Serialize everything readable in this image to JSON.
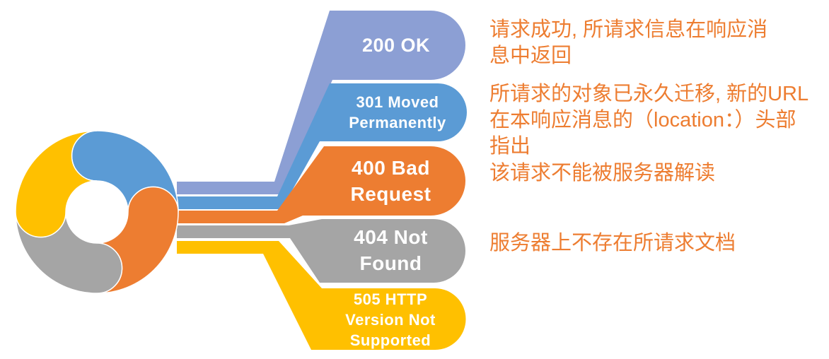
{
  "diagram": {
    "type": "http-status-codes-cycle",
    "items": [
      {
        "code": "200 OK",
        "label": "200 OK",
        "description": "请求成功, 所请求信息在响应消\n息中返回",
        "color": "#8C9FD4"
      },
      {
        "code": "301 Moved Permanently",
        "label": "301 Moved\nPermanently",
        "description": "所请求的对象已永久迁移, 新的URL\n在本响应消息的（location：）头部\n指出",
        "color": "#5B9BD5"
      },
      {
        "code": "400 Bad Request",
        "label": "400 Bad\nRequest",
        "description": "该请求不能被服务器解读",
        "color": "#ED7D31"
      },
      {
        "code": "404 Not Found",
        "label": "404 Not\nFound",
        "description": "服务器上不存在所请求文档",
        "color": "#A5A5A5"
      },
      {
        "code": "505 HTTP Version Not Supported",
        "label": "505 HTTP\nVersion Not\nSupported",
        "description": "",
        "color": "#FFC000"
      }
    ],
    "colors": {
      "periwinkle": "#8C9FD4",
      "blue": "#5B9BD5",
      "orange": "#ED7D31",
      "gray": "#A5A5A5",
      "yellow": "#FFC000",
      "pill_text": "#FFFFFF",
      "description_text": "#ED7D31",
      "background": "#FFFFFF"
    }
  }
}
